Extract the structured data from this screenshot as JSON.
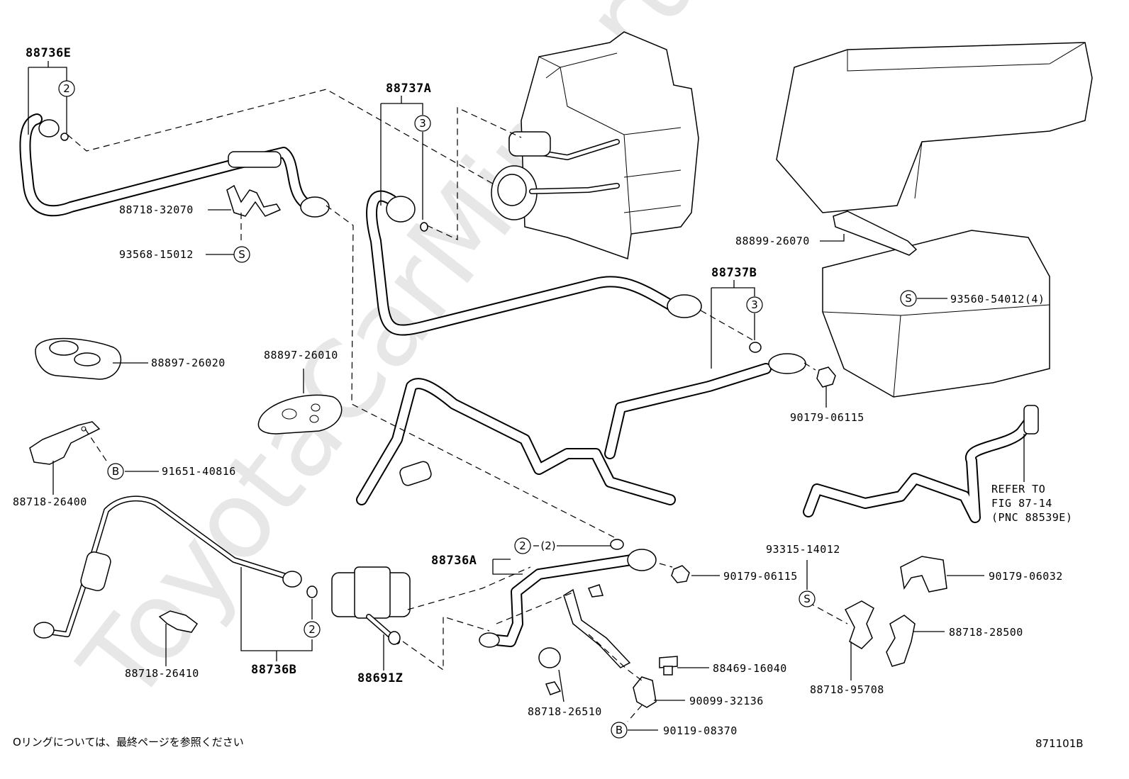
{
  "watermark": "ToyotaCarMine.ru",
  "footer": {
    "note": "Oリングについては、最終ページを参照ください",
    "figure_id": "871101B"
  },
  "callouts": {
    "p88736E": "88736E",
    "p88737A": "88737A",
    "p88737B": "88737B",
    "p88736A": "88736A",
    "p88736B": "88736B",
    "p88691Z": "88691Z",
    "p88718_32070": "88718-32070",
    "p93568_15012": "93568-15012",
    "p88897_26020": "88897-26020",
    "p88897_26010": "88897-26010",
    "p88718_26400": "88718-26400",
    "p91651_40816": "91651-40816",
    "p88718_26410": "88718-26410",
    "p88899_26070": "88899-26070",
    "p93560_54012": "93560-54012(4)",
    "p90179_06115_a": "90179-06115",
    "p90179_06115_b": "90179-06115",
    "p93315_14012": "93315-14012",
    "p90179_06032": "90179-06032",
    "p88718_28500": "88718-28500",
    "p88718_95708": "88718-95708",
    "p88469_16040": "88469-16040",
    "p90099_32136": "90099-32136",
    "p90119_08370": "90119-08370",
    "p88718_26510": "88718-26510",
    "refer_line1": "REFER TO",
    "refer_line2": "FIG 87-14",
    "refer_line3": "(PNC 88539E)"
  },
  "badges": {
    "two": "2",
    "two_paren": "(2)",
    "three": "3",
    "s": "S",
    "b": "B"
  }
}
